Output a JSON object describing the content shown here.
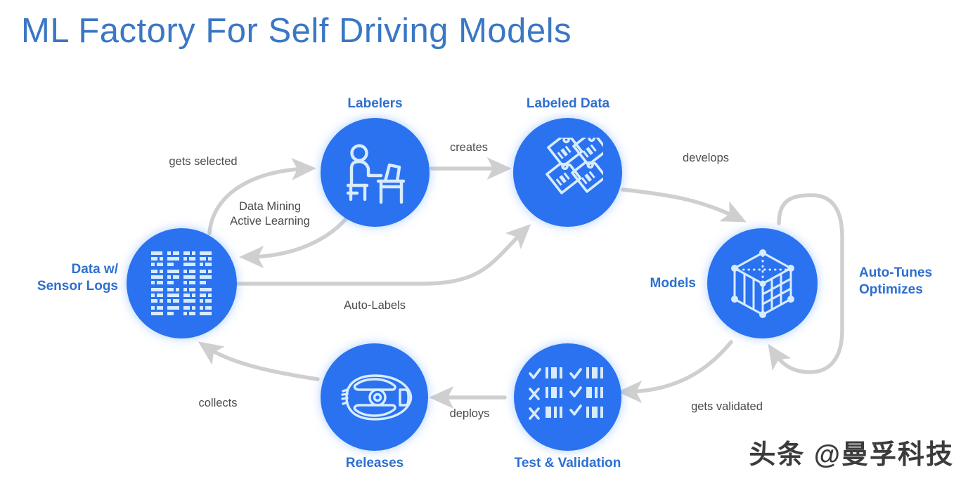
{
  "title": "ML Factory For Self Driving Models",
  "watermark": "头条 @曼孚科技",
  "colors": {
    "node_fill": "#2a72ef",
    "node_icon": "#d8ecff",
    "title": "#3a77c4",
    "node_label": "#2d6fd0",
    "edge_label": "#4b4b4b",
    "connector": "#cfcfcf",
    "background": "#ffffff"
  },
  "nodes": [
    {
      "id": "data",
      "label": "Data w/\nSensor Logs",
      "icon": "data-grid-icon",
      "label_position": "left"
    },
    {
      "id": "labelers",
      "label": "Labelers",
      "icon": "person-desk-icon",
      "label_position": "above"
    },
    {
      "id": "labeled",
      "label": "Labeled Data",
      "icon": "price-tags-icon",
      "label_position": "above"
    },
    {
      "id": "models",
      "label": "Models",
      "icon": "cube-mesh-icon",
      "label_position": "left"
    },
    {
      "id": "validation",
      "label": "Test & Validation",
      "icon": "checklist-icon",
      "label_position": "below"
    },
    {
      "id": "releases",
      "label": "Releases",
      "icon": "car-top-icon",
      "label_position": "below"
    }
  ],
  "side_labels": [
    {
      "id": "auto-tunes",
      "label": "Auto-Tunes\nOptimizes"
    }
  ],
  "edges": [
    {
      "id": "e1",
      "from": "data",
      "to": "labelers",
      "label": "gets selected"
    },
    {
      "id": "e2",
      "from": "labelers",
      "to": "data",
      "label": "Data Mining\nActive Learning"
    },
    {
      "id": "e3",
      "from": "labelers",
      "to": "labeled",
      "label": "creates"
    },
    {
      "id": "e4",
      "from": "labeled",
      "to": "models",
      "label": "develops"
    },
    {
      "id": "e5",
      "from": "data",
      "to": "labeled",
      "label": "Auto-Labels"
    },
    {
      "id": "e6",
      "from": "models",
      "to": "models",
      "label": ""
    },
    {
      "id": "e7",
      "from": "models",
      "to": "validation",
      "label": "gets validated"
    },
    {
      "id": "e8",
      "from": "validation",
      "to": "releases",
      "label": "deploys"
    },
    {
      "id": "e9",
      "from": "releases",
      "to": "data",
      "label": "collects"
    }
  ]
}
